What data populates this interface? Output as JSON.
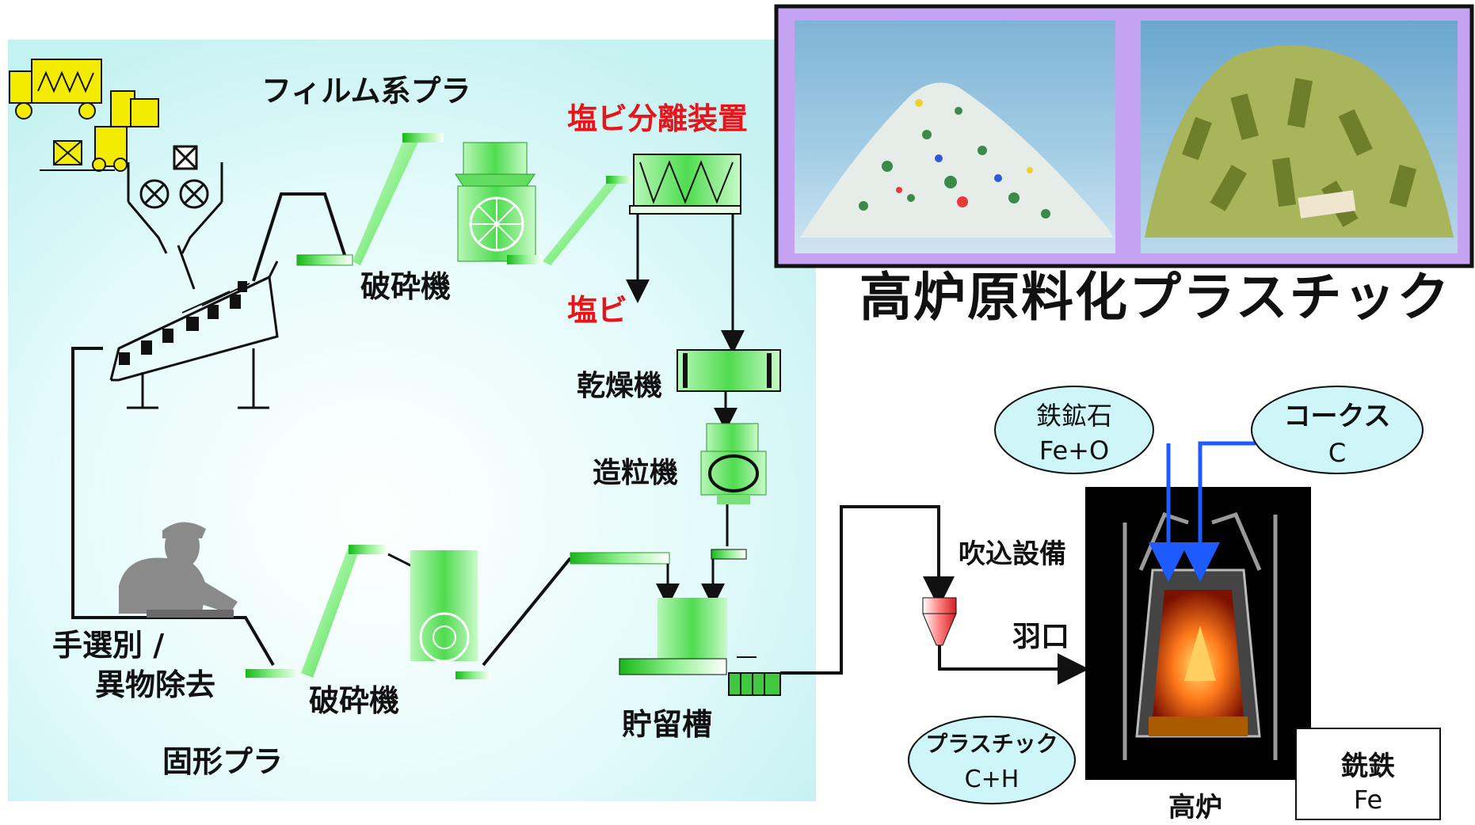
{
  "labels": {
    "film_plastic": "フィルム系プラ",
    "crusher_top": "破砕機",
    "pvc_separator": "塩ビ分離装置",
    "pvc": "塩ビ",
    "dryer": "乾燥機",
    "granulator": "造粒機",
    "hand_sorting_line1": "手選別 /",
    "hand_sorting_line2": "異物除去",
    "crusher_bottom": "破砕機",
    "solid_plastic": "固形プラ",
    "storage_tank": "貯留槽",
    "injection_equipment": "吹込設備",
    "tuyere": "羽口",
    "blast_furnace": "高炉",
    "photo_caption": "高炉原料化プラスチック"
  },
  "inputs": {
    "iron_ore": {
      "name": "鉄鉱石",
      "formula": "Fe+O"
    },
    "coke": {
      "name": "コークス",
      "formula": "C"
    },
    "plastic": {
      "name": "プラスチック",
      "formula": "C+H"
    }
  },
  "output": {
    "name": "銑鉄",
    "formula": "Fe"
  },
  "colors": {
    "background_panel": "#c9f3f3",
    "machine_green": "#4ad54a",
    "truck_yellow": "#f4ec00",
    "photo_frame": "#c6a2f2",
    "red_text": "#e4161b",
    "flow_blue": "#1e5bff"
  }
}
